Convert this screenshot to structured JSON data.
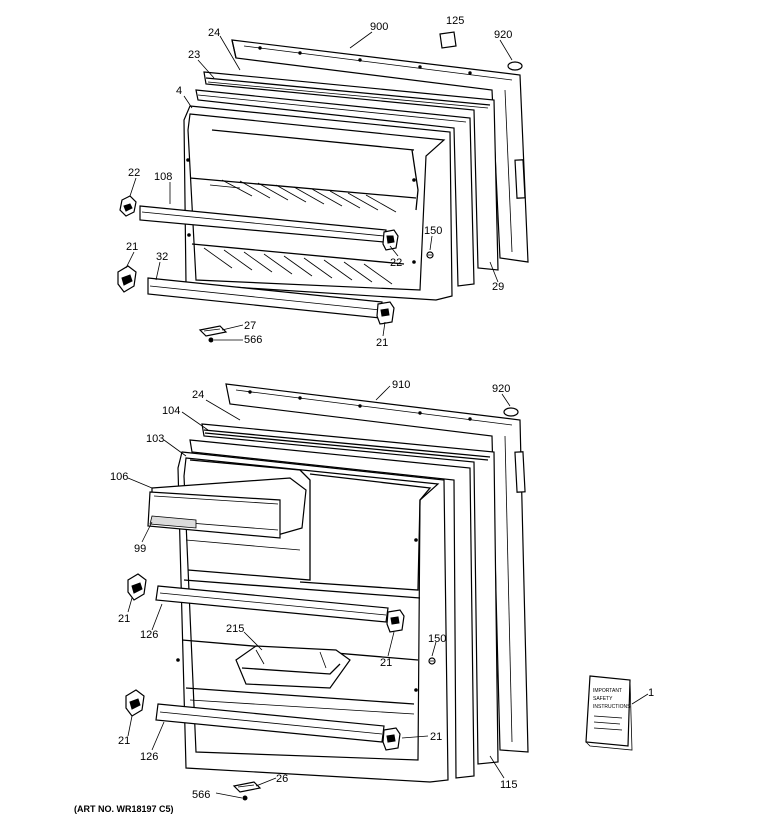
{
  "figure_caption": "(ART NO. WR18197 C5)",
  "manual_card_text": [
    "IMPORTANT",
    "SAFETY",
    "INSTRUCTIONS"
  ],
  "callouts": {
    "c900": "900",
    "c125": "125",
    "c920a": "920",
    "c24a": "24",
    "c23": "23",
    "c4": "4",
    "c22a": "22",
    "c108": "108",
    "c21a": "21",
    "c32": "32",
    "c150a": "150",
    "c22b": "22",
    "c29": "29",
    "c27": "27",
    "c566a": "566",
    "c21b": "21",
    "c910": "910",
    "c920b": "920",
    "c24b": "24",
    "c104": "104",
    "c103": "103",
    "c106": "106",
    "c99": "99",
    "c21c": "21",
    "c126a": "126",
    "c215": "215",
    "c150b": "150",
    "c21d": "21",
    "c1": "1",
    "c21e": "21",
    "c126b": "126",
    "c21f": "21",
    "c115": "115",
    "c26": "26",
    "c566b": "566"
  }
}
